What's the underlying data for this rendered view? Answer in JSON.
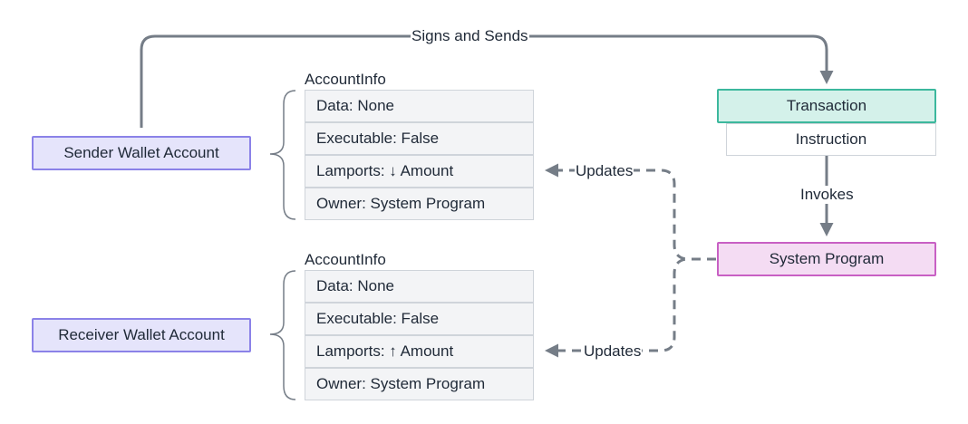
{
  "sender": {
    "wallet_label": "Sender Wallet Account",
    "account_info_title": "AccountInfo",
    "fields": [
      "Data: None",
      "Executable: False",
      "Lamports: ↓ Amount",
      "Owner: System Program"
    ]
  },
  "receiver": {
    "wallet_label": "Receiver Wallet Account",
    "account_info_title": "AccountInfo",
    "fields": [
      "Data: None",
      "Executable: False",
      "Lamports: ↑ Amount",
      "Owner: System Program"
    ]
  },
  "transaction": {
    "label": "Transaction",
    "instruction_label": "Instruction"
  },
  "system_program": {
    "label": "System Program"
  },
  "edges": {
    "signs_and_sends": "Signs and Sends",
    "invokes": "Invokes",
    "updates_sender": "Updates",
    "updates_receiver": "Updates"
  },
  "colors": {
    "wire": "#757d87",
    "wallet_fill": "#e5e4fb",
    "wallet_border": "#8b82e8",
    "transaction_fill": "#d4f1ea",
    "transaction_border": "#3cb89d",
    "system_program_fill": "#f4dcf3",
    "system_program_border": "#c860c4",
    "field_fill": "#f3f4f6",
    "field_border": "#cfd4da"
  }
}
